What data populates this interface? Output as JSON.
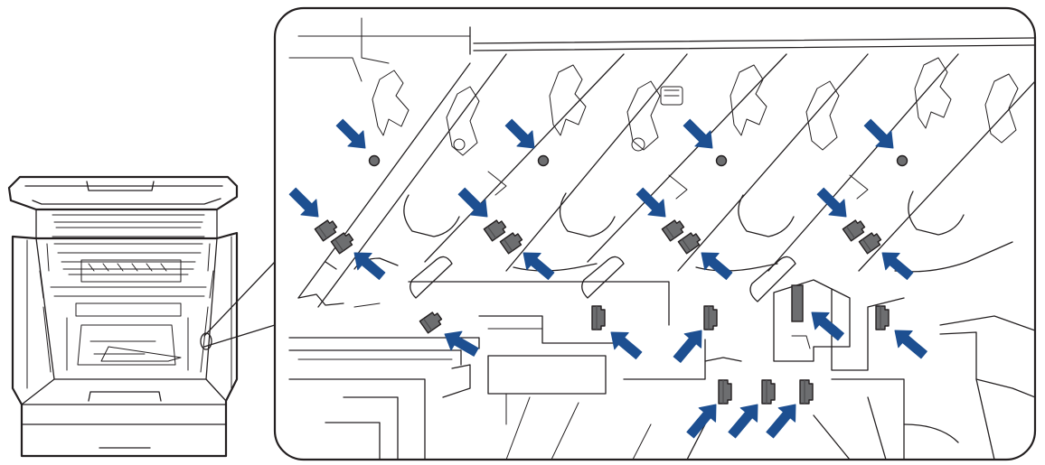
{
  "diagram": {
    "colors": {
      "arrow": "#1d4f91",
      "contact": "#6d6e70",
      "contact_dark": "#4d4d4f",
      "line": "#231f20",
      "background": "#ffffff"
    },
    "printer": {
      "icon": "printer-open-top-cover-icon"
    },
    "callout": {
      "icon": "zoom-callout-lines"
    },
    "cleaning_points": {
      "corona_holes": 4,
      "paired_contacts": 4,
      "single_contacts_middle_row": 5,
      "single_contacts_bottom_row": 3,
      "arrows": 20
    }
  }
}
